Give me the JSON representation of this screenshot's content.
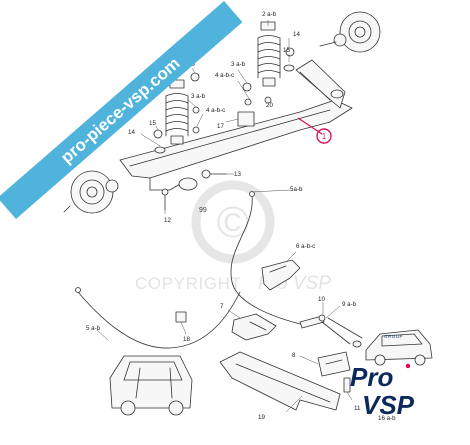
{
  "banner": {
    "text": "pro-piece-vsp.com",
    "color": "#4fb3dc"
  },
  "watermark": {
    "copyright": "COPYRIGHT",
    "brand": "Pro VSP",
    "symbol": "©"
  },
  "code": "99",
  "logo": {
    "line1": "Pro",
    "line2": "VSP",
    "tag": "GROUP",
    "accent": "#e0004f",
    "ink": "#0b2a5b"
  },
  "highlight": {
    "label": "1",
    "color": "#d4145a"
  },
  "labels": [
    {
      "id": "2ab",
      "text": "2 a-b"
    },
    {
      "id": "14a",
      "text": "14"
    },
    {
      "id": "15a",
      "text": "15"
    },
    {
      "id": "20a",
      "text": "20"
    },
    {
      "id": "3ab_top",
      "text": "3 a-b"
    },
    {
      "id": "4abc_top",
      "text": "4 a-b-c"
    },
    {
      "id": "20b",
      "text": "20"
    },
    {
      "id": "3ab_mid",
      "text": "3 a-b"
    },
    {
      "id": "4abc_mid",
      "text": "4 a-b-c"
    },
    {
      "id": "17",
      "text": "17"
    },
    {
      "id": "15b",
      "text": "15"
    },
    {
      "id": "14b",
      "text": "14"
    },
    {
      "id": "13",
      "text": "13"
    },
    {
      "id": "12",
      "text": "12"
    },
    {
      "id": "5ab_top",
      "text": "5a-b"
    },
    {
      "id": "6abc",
      "text": "6 a-b-c"
    },
    {
      "id": "7",
      "text": "7"
    },
    {
      "id": "10",
      "text": "10"
    },
    {
      "id": "9ab",
      "text": "9 a-b"
    },
    {
      "id": "5ab_bot",
      "text": "5 a-b"
    },
    {
      "id": "18",
      "text": "18"
    },
    {
      "id": "8",
      "text": "8"
    },
    {
      "id": "11",
      "text": "11"
    },
    {
      "id": "16ab",
      "text": "16 a-b"
    },
    {
      "id": "19",
      "text": "19"
    }
  ]
}
